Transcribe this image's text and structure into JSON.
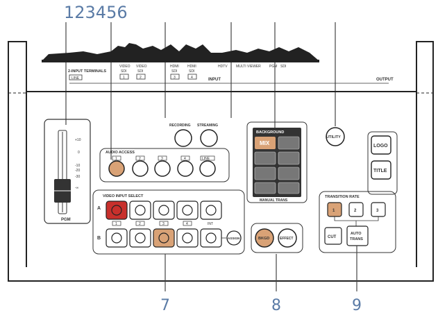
{
  "callouts": {
    "top": "123456",
    "bottom": [
      "7",
      "8",
      "9"
    ]
  },
  "rear_panel": {
    "terminal_title": "2-INPUT TERMINALS",
    "line": "LINE",
    "inputs": [
      {
        "label": "VIDEO",
        "sub": "SDI",
        "num": "1"
      },
      {
        "label": "VIDEO",
        "sub": "SDI",
        "num": "2"
      },
      {
        "label": "HDMI",
        "sub": "SDI",
        "num": "3"
      },
      {
        "label": "HDMI",
        "sub": "SDI",
        "num": "4"
      }
    ],
    "input_label": "INPUT",
    "extra_labels": [
      "HDTV",
      "MULTI VIEWER",
      "PGM",
      "SDI"
    ],
    "output_label": "OUTPUT"
  },
  "fader": {
    "scale": [
      "+10",
      "0",
      "-10",
      "-20",
      "-30",
      "-∞"
    ],
    "label": "PGM"
  },
  "stream_buttons": [
    "RECORDING",
    "STREAMING"
  ],
  "utility": "UTILITY",
  "audio": {
    "title": "AUDIO ACCESS",
    "buttons": [
      "1",
      "2",
      "3",
      "4",
      "LINE"
    ]
  },
  "background": {
    "title": "BACKGROUND",
    "mix": "MIX",
    "footer": "MANUAL TRANS"
  },
  "logo": "LOGO",
  "title_btn": "TITLE",
  "video_input": {
    "title": "VIDEO INPUT SELECT",
    "row_a": "A",
    "row_b": "B",
    "nums": [
      "1",
      "2",
      "3",
      "4",
      "INT"
    ],
    "assign": "ASSIGN"
  },
  "bkgd": "BKGD",
  "effect": "EFFECT",
  "transition": {
    "title": "TRANSITION RATE",
    "rates": [
      "1",
      "2",
      "3"
    ],
    "cut": "CUT",
    "auto1": "AUTO",
    "auto2": "TRANS"
  },
  "colors": {
    "orange": "#d9a276",
    "red": "#c8302c",
    "dark": "#333333",
    "callout": "#5a7ba6"
  }
}
